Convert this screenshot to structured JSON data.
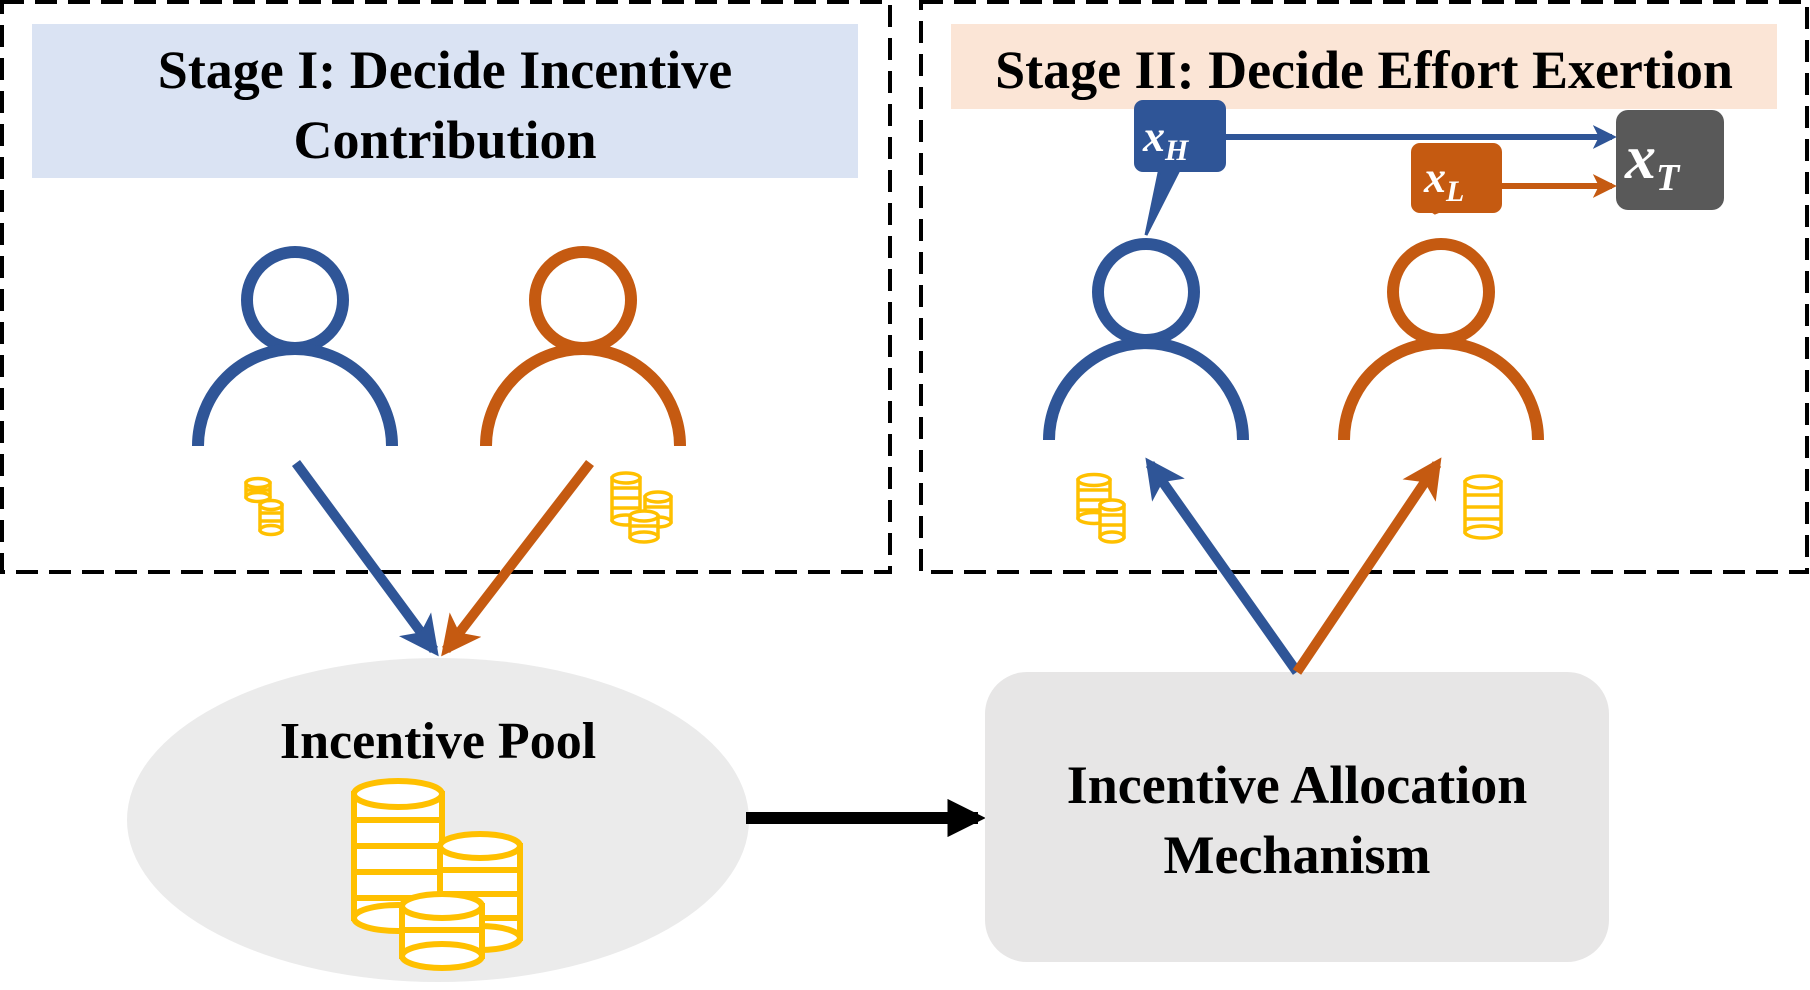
{
  "colors": {
    "blue": "#2F5597",
    "orange": "#C55A11",
    "gold": "#FFC000",
    "stage1_bg": "#DAE3F3",
    "stage2_bg": "#FBE5D6",
    "pool_bg": "#EBEBEB",
    "mechanism_bg": "#E7E6E6",
    "target_box": "#595959",
    "black": "#000000"
  },
  "stage1": {
    "title_line1": "Stage I: Decide Incentive",
    "title_line2": "Contribution"
  },
  "stage2": {
    "title": "Stage II: Decide Effort Exertion"
  },
  "labels": {
    "xH": {
      "base": "x",
      "sub": "H"
    },
    "xL": {
      "base": "x",
      "sub": "L"
    },
    "xT": {
      "base": "x",
      "sub": "T"
    }
  },
  "pool": {
    "title": "Incentive Pool"
  },
  "mechanism": {
    "line1": "Incentive Allocation",
    "line2": "Mechanism"
  },
  "icons": [
    "user-icon",
    "coin-stack-icon"
  ]
}
